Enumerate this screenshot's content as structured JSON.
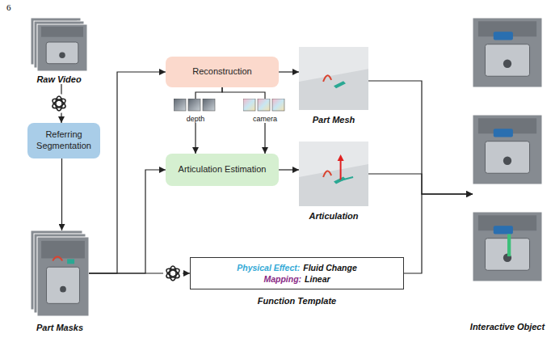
{
  "diagram": {
    "nodes": [
      {
        "text": [
          "Raw Video"
        ]
      },
      {
        "text": [
          "Referring Segmentation"
        ]
      },
      {
        "text": [
          "Part Masks"
        ]
      },
      {
        "text": [
          "Reconstruction"
        ]
      },
      {
        "text": [
          "depth"
        ]
      },
      {
        "text": [
          "camera"
        ]
      },
      {
        "text": [
          "Articulation Estimation"
        ]
      },
      {
        "text": [
          "Physical Effect:",
          "Fluid Change",
          "Mapping:",
          "Linear",
          "Function Template"
        ]
      },
      {
        "text": [
          "Part Mesh"
        ]
      },
      {
        "text": [
          "Articulation"
        ]
      },
      {
        "text": [
          "Interactive Object"
        ]
      }
    ],
    "edges": [
      {
        "from": 0,
        "to": 1,
        "arrow": "to"
      },
      {
        "from": 1,
        "to": 2,
        "arrow": "to"
      },
      {
        "from": 2,
        "to": 3,
        "arrow": "to"
      },
      {
        "from": 2,
        "to": 6,
        "arrow": "to"
      },
      {
        "from": 2,
        "to": 7,
        "arrow": "to"
      },
      {
        "from": 3,
        "to": 4,
        "arrow": "none"
      },
      {
        "from": 3,
        "to": 5,
        "arrow": "none"
      },
      {
        "from": 4,
        "to": 6,
        "arrow": "to"
      },
      {
        "from": 5,
        "to": 6,
        "arrow": "to"
      },
      {
        "from": 3,
        "to": 8,
        "arrow": "to"
      },
      {
        "from": 6,
        "to": 9,
        "arrow": "to"
      },
      {
        "from": 8,
        "to": 10,
        "arrow": "to"
      },
      {
        "from": 9,
        "to": 10,
        "arrow": "to"
      },
      {
        "from": 7,
        "to": 10,
        "arrow": "to"
      }
    ],
    "labels": [
      "6"
    ]
  }
}
